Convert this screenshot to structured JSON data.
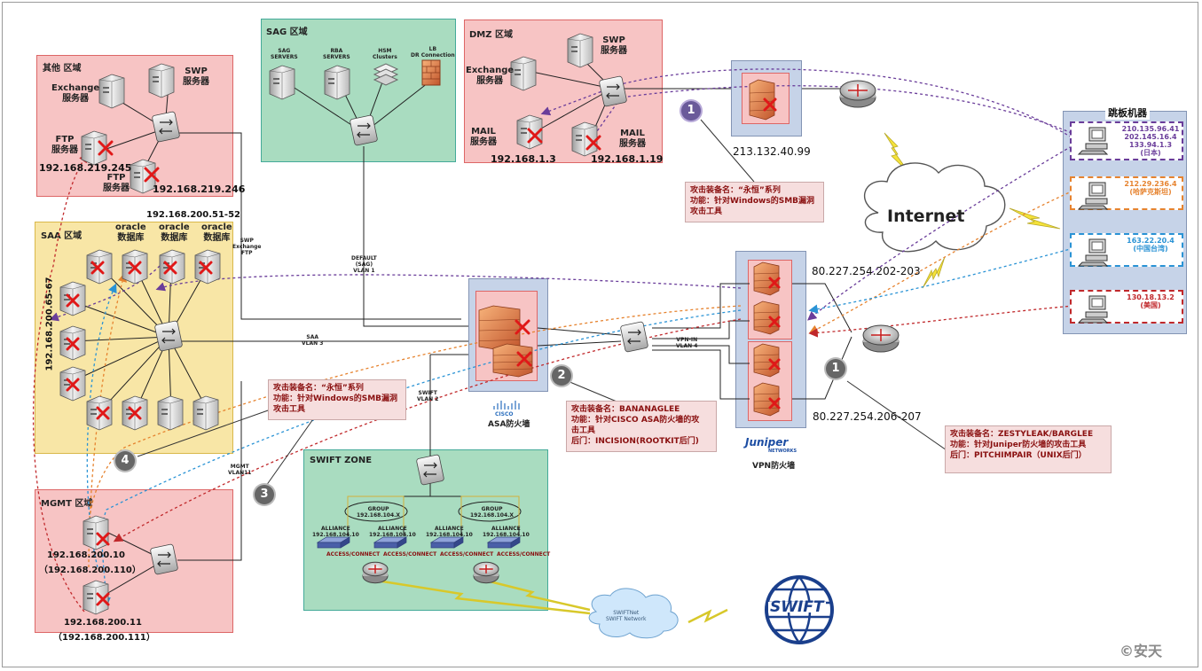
{
  "zones": {
    "other": {
      "title": "其他 区域",
      "exchange_label": "Exchange\n服务器",
      "swp_label": "SWP\n服务器",
      "ftp1_label": "FTP\n服务器",
      "ftp2_label": "FTP\n服务器",
      "ip1": "192.168.219.245",
      "ip2": "192.168.219.246"
    },
    "sag": {
      "title": "SAG 区域",
      "labels": [
        "SAG\nSERVERS",
        "RBA\nSERVERS",
        "HSM\nClusters",
        "LB\nDR Connection"
      ]
    },
    "dmz": {
      "title": "DMZ 区域",
      "swp_label": "SWP\n服务器",
      "exchange_label": "Exchange\n服务器",
      "mail1_label": "MAIL\n服务器",
      "mail2_label": "MAIL\n服务器",
      "ip1": "192.168.1.3",
      "ip2": "192.168.1.19"
    },
    "saa": {
      "title": "SAA 区域",
      "oracle_label": "oracle\n数据库",
      "range_ip": "192.168.200.51-52",
      "vertical_ip": "192.168.200.65-67"
    },
    "mgmt": {
      "title": "MGMT 区域",
      "ip1": "192.168.200.10",
      "ip1b": "（192.168.200.110）",
      "ip2": "192.168.200.11",
      "ip2b": "（192.168.200.111）"
    },
    "swift": {
      "title": "SWIFT ZONE",
      "group_label": "GROUP\n192.168.104.X",
      "alliance_label": "ALLIANCE\n192.168.104.10",
      "access_label": "ACCESS/CONNECT"
    }
  },
  "links": {
    "swp_exchange_ftp": "SWP\nExchange\nFTP",
    "default_vlan1": "DEFAULT\n(SAG)\nVLAN 1",
    "saa_vlan3": "SAA\nVLAN 3",
    "swift_vlan2": "SWIFT\nVLAN 2",
    "vpn_vlan4": "VPN-IN\nVLAN 4",
    "mgmt_vlan11": "MGMT\nVLAN11"
  },
  "firewalls": {
    "asa_label": "ASA防火墙",
    "cisco_logo": "CISCO",
    "vpn_label": "VPN防火墙",
    "juniper_logo": "Juniper",
    "juniper_sub": "NETWORKS"
  },
  "public_ips": {
    "dmz_fw": "213.132.40.99",
    "vpn_top": "80.227.254.202-203",
    "vpn_bottom": "80.227.254.206-207"
  },
  "internet_label": "Internet",
  "swift_cloud": "SWIFTNet\nSWIFT Network",
  "swift_logo": "SWIFT",
  "jump_hosts": {
    "title": "跳板机器",
    "hosts": [
      {
        "text": "210.135.96.41\n202.145.16.4\n133.94.1.3\n(日本)",
        "color": "#6a3d9a"
      },
      {
        "text": "212.29.236.4\n(哈萨克斯坦)",
        "color": "#e6832f"
      },
      {
        "text": "163.22.20.4\n(中国台湾)",
        "color": "#2a93d5"
      },
      {
        "text": "130.18.13.2\n(美国)",
        "color": "#c0282b"
      }
    ]
  },
  "callouts": {
    "c1": [
      "攻击装备名：“永恒”系列",
      "功能：针对Windows的SMB漏洞",
      "攻击工具"
    ],
    "c2": [
      "攻击装备名：BANANAGLEE",
      "功能：针对CISCO ASA防火墙的攻",
      "击工具",
      "后门：INCISION(ROOTKIT后门)"
    ],
    "c3": [
      "攻击装备名：“永恒”系列",
      "功能：针对Windows的SMB漏洞",
      "攻击工具"
    ],
    "c4": [
      "攻击装备名：ZESTYLEAK/BARGLEE",
      "功能：针对Juniper防火墙的攻击工具",
      "后门：PITCHIMPAIR（UNIX后门）"
    ]
  },
  "badges": {
    "b1a": "1",
    "b1b": "1",
    "b2": "2",
    "b3": "3",
    "b4": "4"
  },
  "watermark": "©安天",
  "colors": {
    "zone_red": "#f7c4c4",
    "zone_green": "#a9dcc0",
    "zone_yellow": "#f8e6a6",
    "zone_blue": "#c6d3e8",
    "purple": "#6a3d9a",
    "orange": "#e6832f",
    "cyan": "#2a93d5",
    "red": "#c0282b"
  }
}
